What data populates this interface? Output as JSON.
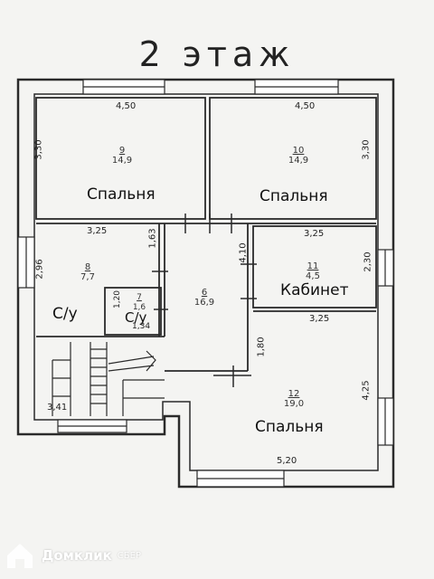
{
  "floor_title": "2 этаж",
  "rooms": {
    "bedroom1": {
      "label": "Спальня",
      "number": "9",
      "area": "14,9",
      "width": "4,50",
      "depth": "3,30"
    },
    "bedroom2": {
      "label": "Спальня",
      "number": "10",
      "area": "14,9",
      "width": "4,50",
      "depth": "3,30"
    },
    "bath": {
      "label": "С/у",
      "number": "8",
      "area": "7,7",
      "width": "3,25",
      "depth": "2,96",
      "side": "1,63"
    },
    "bath2": {
      "label": "С/у",
      "number": "7",
      "area": "1,6",
      "width": "1,34",
      "depth": "1,20"
    },
    "hall": {
      "number": "6",
      "area": "16,9",
      "depth": "4,10",
      "side": "1,80"
    },
    "office": {
      "label": "Кабинет",
      "number": "11",
      "area": "4,5",
      "width": "3,25",
      "depth": "2,30"
    },
    "bedroom3": {
      "label": "Спальня",
      "number": "12",
      "area": "19,0",
      "width": "3,25",
      "depth": "4,25",
      "bottom": "5,20"
    },
    "stairs": {
      "width": "3,41"
    }
  },
  "watermark": {
    "brand": "Домклик",
    "sub": "СБЕР"
  }
}
